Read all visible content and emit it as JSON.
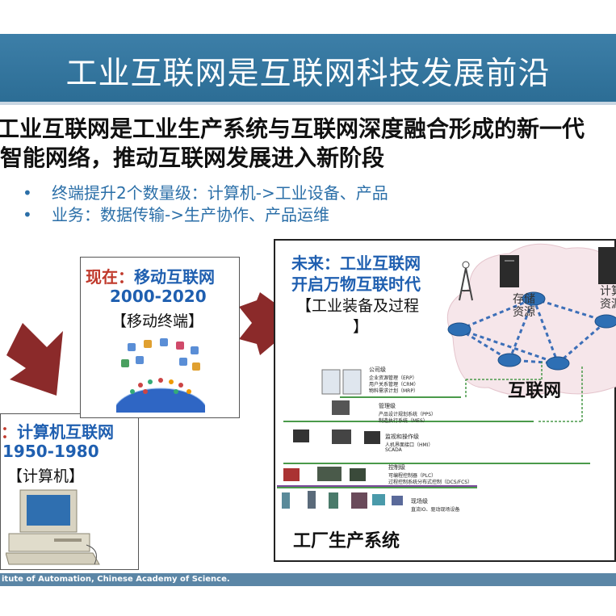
{
  "header": {
    "title": "工业互联网是互联网科技发展前沿"
  },
  "lead": {
    "line1": "工业互联网是工业生产系统与互联网深度融合形成的新一代",
    "line2": "智能网络，推动互联网发展进入新阶段"
  },
  "bullets": [
    "终端提升2个数量级：计算机->工业设备、产品",
    "业务：数据传输->生产协作、产品运维"
  ],
  "past": {
    "prefix": "：",
    "title": "计算机互联网",
    "years": "1950-1980",
    "terminal": "【计算机】"
  },
  "now": {
    "prefix": "现在：",
    "title": "移动互联网",
    "years": "2000-2020",
    "terminal": "【移动终端】"
  },
  "future": {
    "line1": "未来：工业互联网",
    "line2": "开启万物互联时代",
    "line3": "【工业装备及过程",
    "line4": "】",
    "internet_label": "互联网",
    "factory_label": "工厂生产系统",
    "storage_label_1": "存储",
    "storage_label_2": "资源",
    "compute_label_1": "计算",
    "compute_label_2": "资源",
    "levels": [
      {
        "name": "公司级",
        "items": [
          "企业资源管理（ERP）",
          "用户关系管理（CRM）",
          "物料需求计划（MRP）"
        ]
      },
      {
        "name": "管理级",
        "items": [
          "产品设计规划系统（PPS）",
          "制造执行系统（MES）"
        ]
      },
      {
        "name": "监视和操作级",
        "items": [
          "人机界面接口（HMI）",
          "SCADA"
        ]
      },
      {
        "name": "控制级",
        "items": [
          "可编程控制器（PLC）",
          "过程控制系统分布式控制（DCS/FCS）"
        ]
      },
      {
        "name": "现场级",
        "items": [
          "直流IO、驱动现场设备"
        ]
      }
    ]
  },
  "footer": {
    "text": "itute of Automation, Chinese Academy of Science."
  },
  "colors": {
    "title_bar": "#2c6d95",
    "arrow": "#8b2a2a",
    "bullet_text": "#2b6fa8",
    "red_label": "#c0392b",
    "blue_label": "#1f5fb0"
  }
}
